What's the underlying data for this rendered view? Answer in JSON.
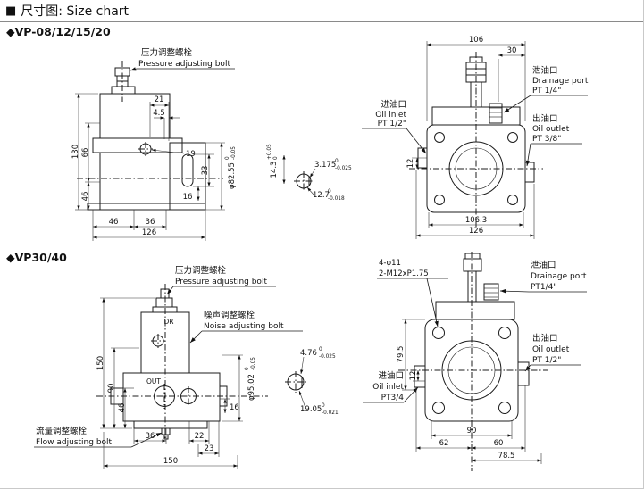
{
  "header": {
    "bullet": "■",
    "title": "尺寸图: Size chart"
  },
  "s1": {
    "bullet": "◆",
    "heading": "VP-08/12/15/20",
    "pressure_cn": "压力调整螺栓",
    "pressure_en": "Pressure adjusting bolt",
    "side": {
      "d130": "130",
      "d66": "66",
      "d46": "46",
      "d21": "21",
      "d45": "4.5",
      "d19": "19",
      "d33": "33",
      "d16": "16",
      "b46": "46",
      "b36": "36",
      "b126": "126",
      "dia": "φ82.55",
      "dia_hi": "0",
      "dia_lo": "-0.05"
    },
    "shaft": {
      "w143": "14.3",
      "w143_hi": "+0.05",
      "w143_lo": "0",
      "k3175": "3.175",
      "k3175_hi": "0",
      "k3175_lo": "-0.025",
      "k127": "12.7",
      "k127_hi": "0",
      "k127_lo": "-0.018"
    },
    "front": {
      "d106": "106",
      "d30": "30",
      "d12": "12",
      "b1063": "106.3",
      "b126": "126",
      "drain_cn": "泄油口",
      "drain_en": "Drainage port",
      "drain_sz": "PT 1/4\"",
      "inlet_cn": "进油口",
      "inlet_en": "Oil inlet",
      "inlet_sz": "PT 1/2\"",
      "outlet_cn": "出油口",
      "outlet_en": "Oil outlet",
      "outlet_sz": "PT 3/8\""
    }
  },
  "s2": {
    "bullet": "◆",
    "heading": "VP30/40",
    "pressure_cn": "压力调整螺栓",
    "pressure_en": "Pressure adjusting bolt",
    "noise_cn": "噪声调整螺栓",
    "noise_en": "Noise adjusting bolt",
    "flow_cn": "流量调整螺栓",
    "flow_en": "Flow adjusting bolt",
    "dr": "DR",
    "out": "OUT",
    "side": {
      "d150": "150",
      "d90": "90",
      "d46": "46",
      "d16": "16",
      "dia": "φ95.02",
      "dia_hi": "0",
      "dia_lo": "-0.05",
      "b36": "36",
      "b22": "22",
      "b23": "23",
      "b150": "150"
    },
    "shaft": {
      "k476": "4.76",
      "k476_hi": "0",
      "k476_lo": "-0.025",
      "k1905": "19.05",
      "k1905_hi": "0",
      "k1905_lo": "-0.021"
    },
    "front": {
      "holes": "4-φ11",
      "thread": "2-M12xP1.75",
      "d795": "79.5",
      "d12": "12",
      "b90": "90",
      "b62": "62",
      "b60": "60",
      "b785": "78.5",
      "drain_cn": "泄油口",
      "drain_en": "Drainage port",
      "drain_sz": "PT1/4\"",
      "outlet_cn": "出油口",
      "outlet_en": "Oil outlet",
      "outlet_sz": "PT 1/2\"",
      "inlet_cn": "进油口",
      "inlet_en": "Oil inlet",
      "inlet_sz": "PT3/4"
    }
  }
}
